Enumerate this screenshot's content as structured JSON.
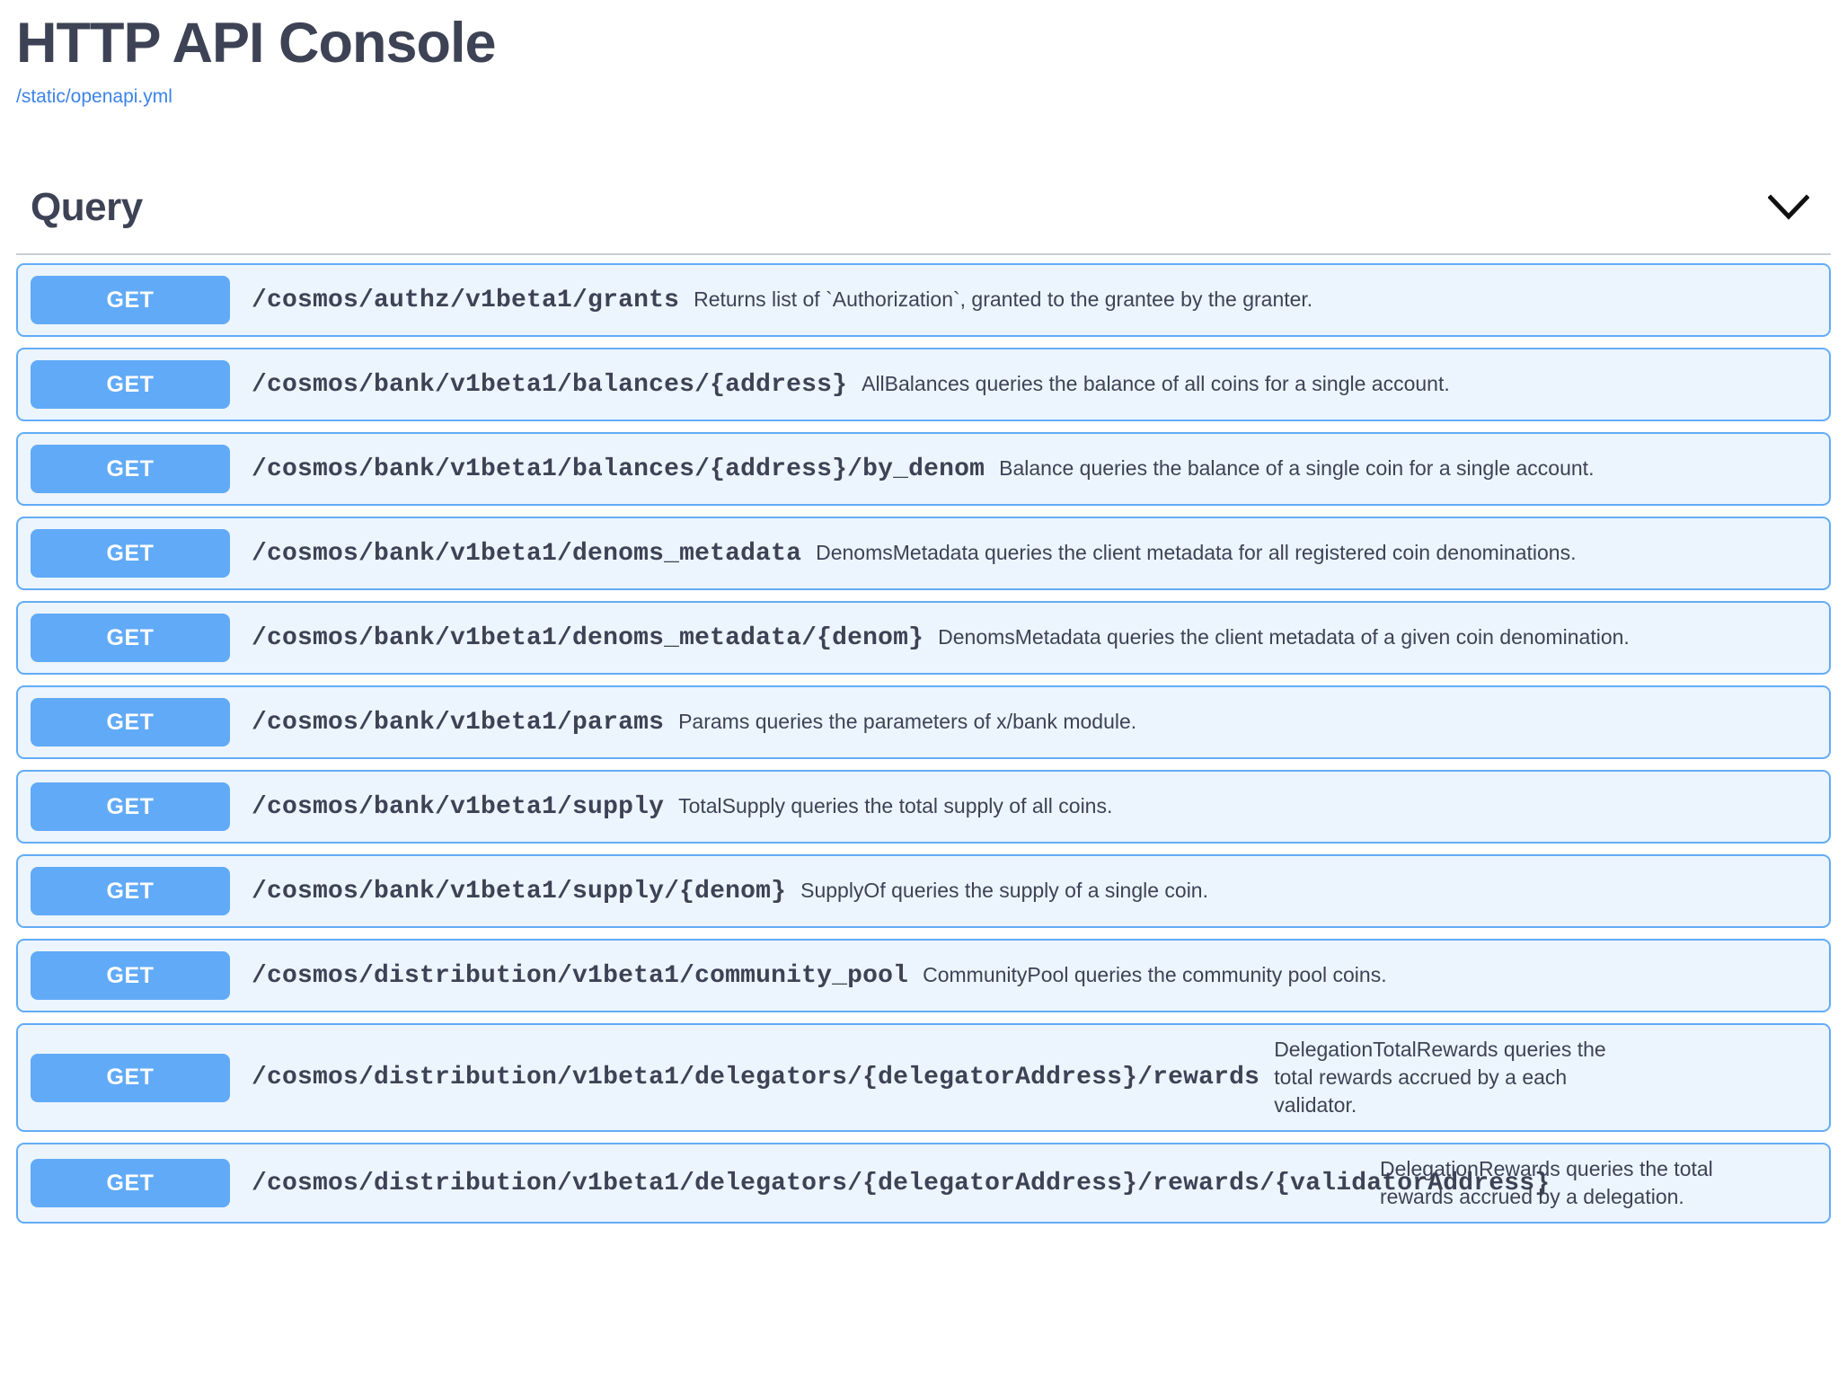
{
  "header": {
    "title": "HTTP API Console",
    "spec_link": "/static/openapi.yml"
  },
  "section": {
    "title": "Query",
    "collapse_icon": "chevron-down-icon",
    "expanded": true
  },
  "colors": {
    "title_text": "#3d4355",
    "link": "#3c83e8",
    "row_bg": "#ecf5fd",
    "row_border": "#62acf6",
    "badge_bg": "#61aaf7",
    "badge_text": "#ffffff",
    "rule": "#c9cdd4"
  },
  "endpoints": [
    {
      "method": "GET",
      "path": "/cosmos/authz/v1beta1/grants",
      "description": "Returns list of `Authorization`, granted to the grantee by the granter."
    },
    {
      "method": "GET",
      "path": "/cosmos/bank/v1beta1/balances/{address}",
      "description": "AllBalances queries the balance of all coins for a single account."
    },
    {
      "method": "GET",
      "path": "/cosmos/bank/v1beta1/balances/{address}/by_denom",
      "description": "Balance queries the balance of a single coin for a single account."
    },
    {
      "method": "GET",
      "path": "/cosmos/bank/v1beta1/denoms_metadata",
      "description": "DenomsMetadata queries the client metadata for all registered coin denominations."
    },
    {
      "method": "GET",
      "path": "/cosmos/bank/v1beta1/denoms_metadata/{denom}",
      "description": "DenomsMetadata queries the client metadata of a given coin denomination."
    },
    {
      "method": "GET",
      "path": "/cosmos/bank/v1beta1/params",
      "description": "Params queries the parameters of x/bank module."
    },
    {
      "method": "GET",
      "path": "/cosmos/bank/v1beta1/supply",
      "description": "TotalSupply queries the total supply of all coins."
    },
    {
      "method": "GET",
      "path": "/cosmos/bank/v1beta1/supply/{denom}",
      "description": "SupplyOf queries the supply of a single coin."
    },
    {
      "method": "GET",
      "path": "/cosmos/distribution/v1beta1/community_pool",
      "description": "CommunityPool queries the community pool coins."
    },
    {
      "method": "GET",
      "path": "/cosmos/distribution/v1beta1/delegators/{delegatorAddress}/rewards",
      "description": "DelegationTotalRewards queries the total rewards accrued by a each validator.",
      "wrap_desc": true
    },
    {
      "method": "GET",
      "path": "/cosmos/distribution/v1beta1/delegators/{delegatorAddress}/rewards/{validatorAddress}",
      "description": "DelegationRewards queries the total rewards accrued by a delegation.",
      "wrap_path": true,
      "wrap_desc": true
    }
  ]
}
